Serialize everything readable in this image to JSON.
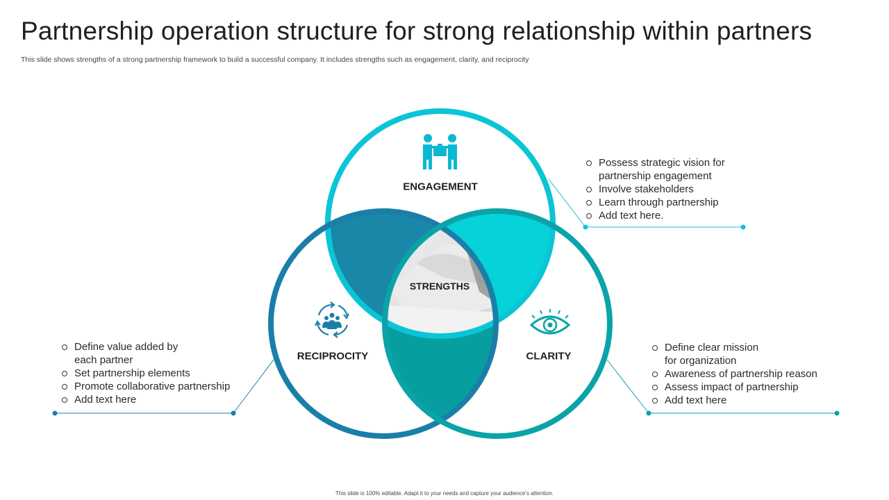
{
  "title": "Partnership operation structure for strong relationship within partners",
  "subtitle": "This slide shows strengths of a strong partnership framework to build a successful company. It includes strengths such as engagement, clarity, and reciprocity",
  "footer": "This slide is 100% editable. Adapt it to your needs and capture your audience's attention.",
  "colors": {
    "engagement": "#0bc5d6",
    "reciprocity": "#1a7fa8",
    "clarity": "#0aa3a8",
    "dark_overlap": "#1a86a8",
    "bright_overlap": "#06d2da",
    "bottom_overlap": "#079e9f"
  },
  "diagram": {
    "engagement": {
      "label": "ENGAGEMENT",
      "icon": "handshake-people-icon",
      "bullets": [
        "Possess strategic vision for\npartnership engagement",
        "Involve  stakeholders",
        "Learn through  partnership",
        "Add text here."
      ]
    },
    "reciprocity": {
      "label": "RECIPROCITY",
      "icon": "team-cycle-icon",
      "bullets": [
        "Define value  added by\neach partner",
        "Set partnership  elements",
        "Promote collaborative partnership",
        "Add text here"
      ]
    },
    "clarity": {
      "label": "CLARITY",
      "icon": "eye-icon",
      "bullets": [
        "Define clear mission\nfor organization",
        "Awareness of partnership reason",
        "Assess impact of partnership",
        "Add text here"
      ]
    },
    "center": {
      "label": "STRENGTHS",
      "image": "handshake-photo"
    }
  }
}
